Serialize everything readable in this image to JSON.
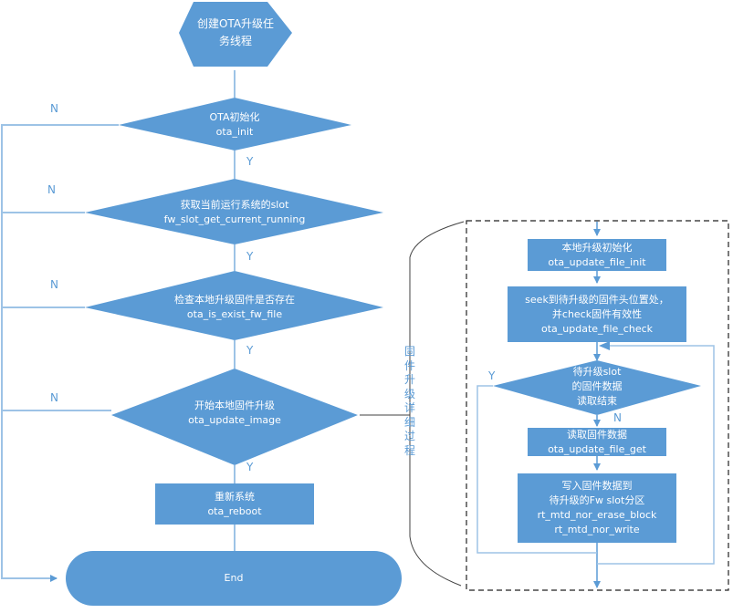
{
  "colors": {
    "fill": "#5b9bd5",
    "line": "#9dc3e6",
    "text": "#ffffff",
    "label": "#5b9bd5"
  },
  "nodes": {
    "start": {
      "line1": "创建OTA升级任",
      "line2": "务线程"
    },
    "ota_init": {
      "line1": "OTA初始化",
      "line2": "ota_init"
    },
    "get_slot": {
      "line1": "获取当前运行系统的slot",
      "line2": "fw_slot_get_current_running"
    },
    "exist_fw": {
      "line1": "检查本地升级固件是否存在",
      "line2": "ota_is_exist_fw_file"
    },
    "update_image": {
      "line1": "开始本地固件升级",
      "line2": "ota_update_image"
    },
    "reboot": {
      "line1": "重新系统",
      "line2": "ota_reboot"
    },
    "end": {
      "label": "End"
    },
    "file_init": {
      "line1": "本地升级初始化",
      "line2": "ota_update_file_init"
    },
    "file_check": {
      "line1": "seek到待升级的固件头位置处，",
      "line2": "并check固件有效性",
      "line3": "ota_update_file_check"
    },
    "read_done": {
      "line1": "待升级slot",
      "line2": "的固件数据",
      "line3": "读取结束"
    },
    "file_get": {
      "line1": "读取固件数据",
      "line2": "ota_update_file_get"
    },
    "write": {
      "line1": "写入固件数据到",
      "line2": "待升级的Fw slot分区",
      "line3": "rt_mtd_nor_erase_block",
      "line4": "rt_mtd_nor_write"
    }
  },
  "labels": {
    "yes": "Y",
    "no": "N"
  },
  "detail_label": "固件升级详细过程"
}
